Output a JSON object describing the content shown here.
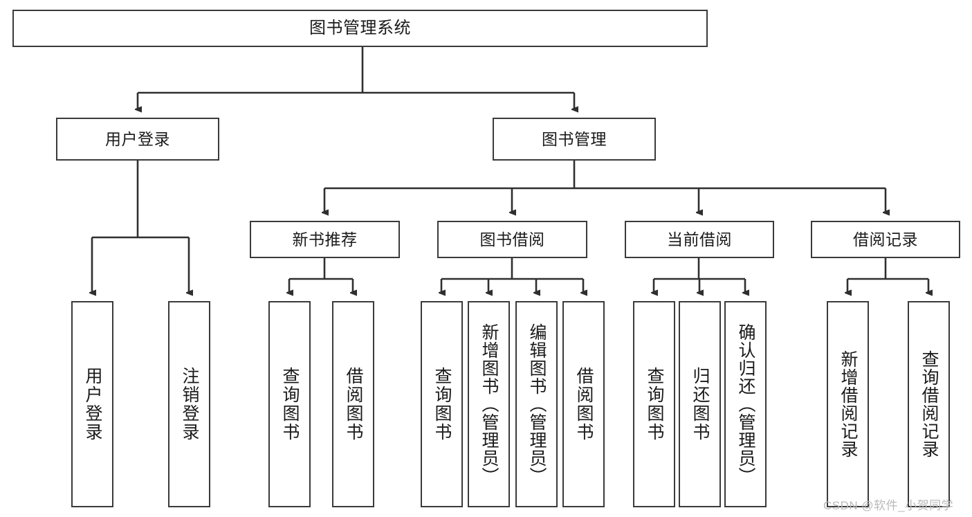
{
  "diagram": {
    "type": "tree",
    "title": "图书管理系统",
    "orientation": "top-down",
    "line_color": "#3a3a3a",
    "box_fill": "#ffffff",
    "text_color": "#1a1a1a",
    "nodes": {
      "root": {
        "label": "图书管理系统",
        "level": 1
      },
      "l2": [
        {
          "label": "用户登录",
          "level": 2
        },
        {
          "label": "图书管理",
          "level": 2
        }
      ],
      "l3": [
        {
          "label": "新书推荐",
          "level": 3
        },
        {
          "label": "图书借阅",
          "level": 3
        },
        {
          "label": "当前借阅",
          "level": 3
        },
        {
          "label": "借阅记录",
          "level": 3
        }
      ],
      "leaves": {
        "user_login": [
          {
            "label": "用户登录"
          },
          {
            "label": "注销登录"
          }
        ],
        "new_book": [
          {
            "label": "查询图书"
          },
          {
            "label": "借阅图书"
          }
        ],
        "book_borrow": [
          {
            "label": "查询图书"
          },
          {
            "label": "新增图书（管理员）"
          },
          {
            "label": "编辑图书（管理员）"
          },
          {
            "label": "借阅图书"
          }
        ],
        "current_borrow": [
          {
            "label": "查询图书"
          },
          {
            "label": "归还图书"
          },
          {
            "label": "确认归还（管理员）"
          }
        ],
        "borrow_record": [
          {
            "label": "新增借阅记录"
          },
          {
            "label": "查询借阅记录"
          }
        ]
      }
    }
  },
  "watermark": {
    "text": "CSDN @软件_小贺同学",
    "color": "#b9b9b9"
  }
}
